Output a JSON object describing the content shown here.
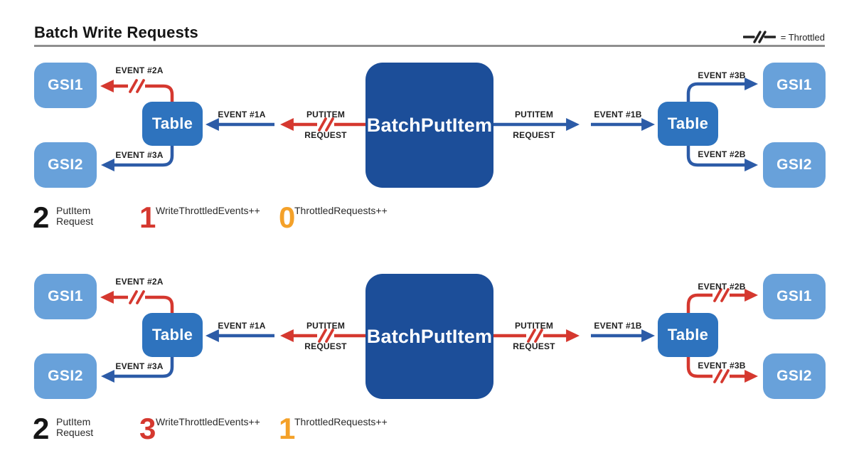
{
  "header": {
    "title": "Batch Write Requests",
    "legend_label": "= Throttled"
  },
  "colors": {
    "gsi_box": "#68A1DA",
    "table_box": "#2E73BE",
    "batch_box": "#1C4E99",
    "arrow_blue": "#2C5BA7",
    "arrow_red": "#D5382F",
    "stat_orange": "#F4A129"
  },
  "diagrams": [
    {
      "name": "batch-write-one-throttled-event",
      "nodes": {
        "gsi1_left": "GSI1",
        "gsi2_left": "GSI2",
        "table_left": "Table",
        "batch": "BatchPutItem",
        "table_right": "Table",
        "gsi1_right": "GSI1",
        "gsi2_right": "GSI2"
      },
      "arrow_labels": {
        "event_2a": "EVENT #2A",
        "event_3a": "EVENT #3A",
        "event_1a": "EVENT #1A",
        "putitem_left_line1": "PUTITEM",
        "putitem_left_line2": "REQUEST",
        "putitem_right_line1": "PUTITEM",
        "putitem_right_line2": "REQUEST",
        "event_1b": "EVENT #1B",
        "event_gsi1_right": "EVENT #3B",
        "event_gsi2_right": "EVENT #2B"
      },
      "stats": {
        "putitem_count": "2",
        "putitem_label_line1": "PutItem",
        "putitem_label_line2": "Request",
        "write_throttled_count": "1",
        "write_throttled_label": "WriteThrottledEvents++",
        "throttled_requests_count": "0",
        "throttled_requests_label": "ThrottledRequests++"
      }
    },
    {
      "name": "batch-write-three-throttled-events",
      "nodes": {
        "gsi1_left": "GSI1",
        "gsi2_left": "GSI2",
        "table_left": "Table",
        "batch": "BatchPutItem",
        "table_right": "Table",
        "gsi1_right": "GSI1",
        "gsi2_right": "GSI2"
      },
      "arrow_labels": {
        "event_2a": "EVENT #2A",
        "event_3a": "EVENT #3A",
        "event_1a": "EVENT #1A",
        "putitem_left_line1": "PUTITEM",
        "putitem_left_line2": "REQUEST",
        "putitem_right_line1": "PUTITEM",
        "putitem_right_line2": "REQUEST",
        "event_1b": "EVENT #1B",
        "event_gsi1_right": "EVENT #2B",
        "event_gsi2_right": "EVENT #3B"
      },
      "stats": {
        "putitem_count": "2",
        "putitem_label_line1": "PutItem",
        "putitem_label_line2": "Request",
        "write_throttled_count": "3",
        "write_throttled_label": "WriteThrottledEvents++",
        "throttled_requests_count": "1",
        "throttled_requests_label": "ThrottledRequests++"
      }
    }
  ]
}
